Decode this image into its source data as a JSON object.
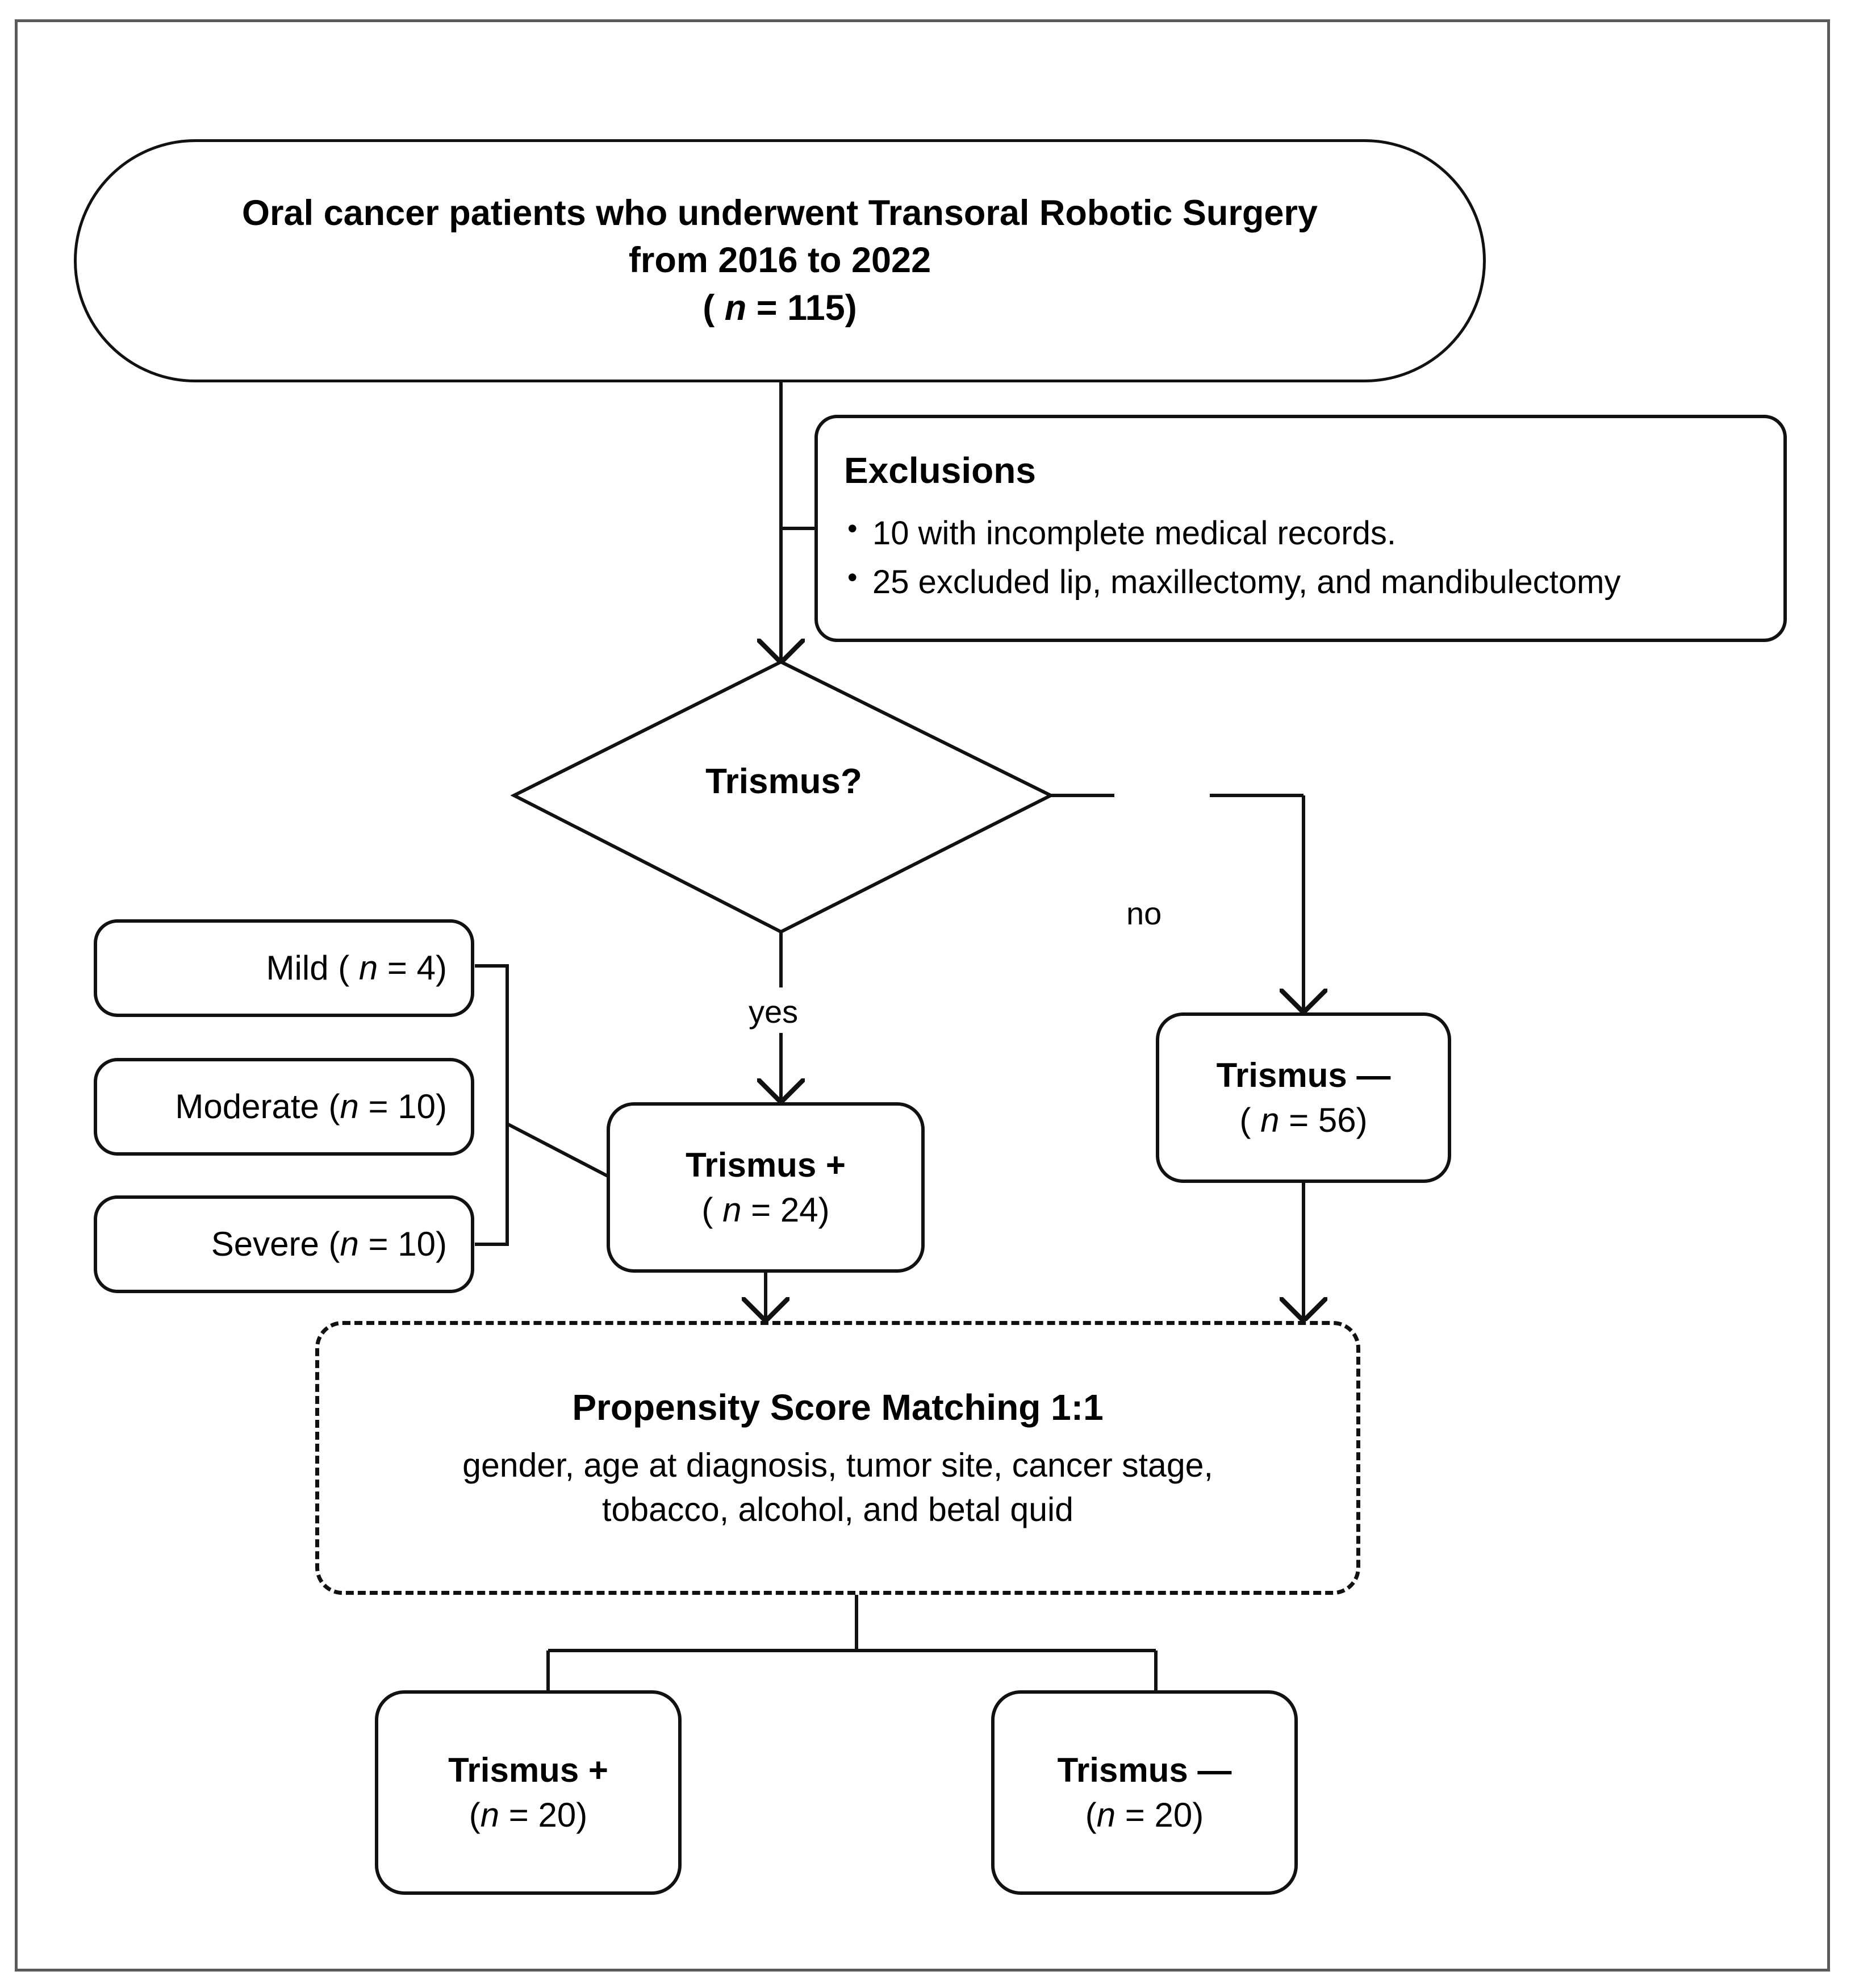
{
  "diagram": {
    "type": "study-flow-chart",
    "top_box": {
      "line1": "Oral cancer patients who underwent Transoral Robotic Surgery",
      "line2": "from 2016 to 2022",
      "line3": "( n = 115)",
      "n": 115
    },
    "exclusions": {
      "title": "Exclusions",
      "items": [
        "10 with incomplete medical records.",
        "25 excluded lip, maxillectomy, and mandibulectomy"
      ],
      "counts": [
        10,
        25
      ]
    },
    "decision": {
      "label": "Trismus?",
      "yes_label": "yes",
      "no_label": "no"
    },
    "severity": [
      {
        "label": "Mild ( n = 4)",
        "name": "Mild",
        "n": 4
      },
      {
        "label": "Moderate (n = 10)",
        "name": "Moderate",
        "n": 10
      },
      {
        "label": "Severe (n = 10)",
        "name": "Severe",
        "n": 10
      }
    ],
    "trismus_positive": {
      "title": "Trismus +",
      "count": "( n = 24)",
      "n": 24
    },
    "trismus_negative": {
      "title": "Trismus —",
      "count": "( n = 56)",
      "n": 56
    },
    "psm": {
      "title": "Propensity Score Matching 1:1",
      "line1": "gender, age at diagnosis, tumor site, cancer stage,",
      "line2": "tobacco, alcohol, and betal quid",
      "covariates": [
        "gender",
        "age at diagnosis",
        "tumor site",
        "cancer stage",
        "tobacco",
        "alcohol",
        "betal quid"
      ],
      "ratio": "1:1"
    },
    "matched_positive": {
      "title": "Trismus +",
      "count": "(n = 20)",
      "n": 20
    },
    "matched_negative": {
      "title": "Trismus —",
      "count": "(n = 20)",
      "n": 20
    },
    "colors": {
      "stroke": "#111111",
      "frame": "#5a5a5a",
      "background": "#ffffff",
      "text": "#000000"
    }
  }
}
